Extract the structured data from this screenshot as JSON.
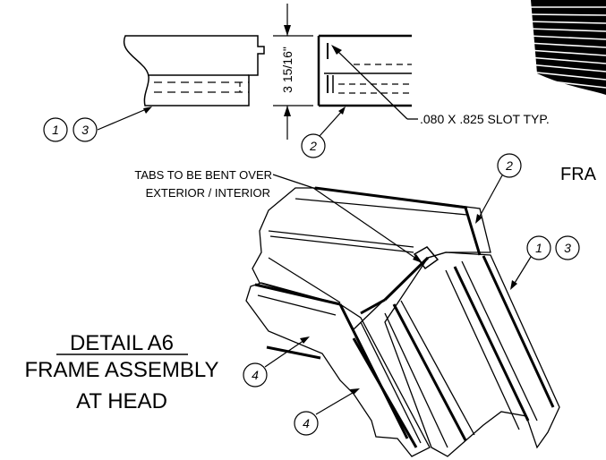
{
  "dimension": {
    "text": "3 15/16\""
  },
  "slot_note": {
    "text": ".080 X .825 SLOT TYP."
  },
  "partial_title": {
    "text": "FRA"
  },
  "tabs_note": {
    "line1": "TABS TO BE BENT OVER",
    "line2": "EXTERIOR / INTERIOR"
  },
  "detail": {
    "title": "DETAIL A6",
    "line1": "FRAME ASSEMBLY",
    "line2": "AT HEAD"
  },
  "callouts": {
    "c1a": "1",
    "c3a": "3",
    "c2a": "2",
    "c2b": "2",
    "c1b": "1",
    "c3b": "3",
    "c4a": "4",
    "c4b": "4"
  }
}
